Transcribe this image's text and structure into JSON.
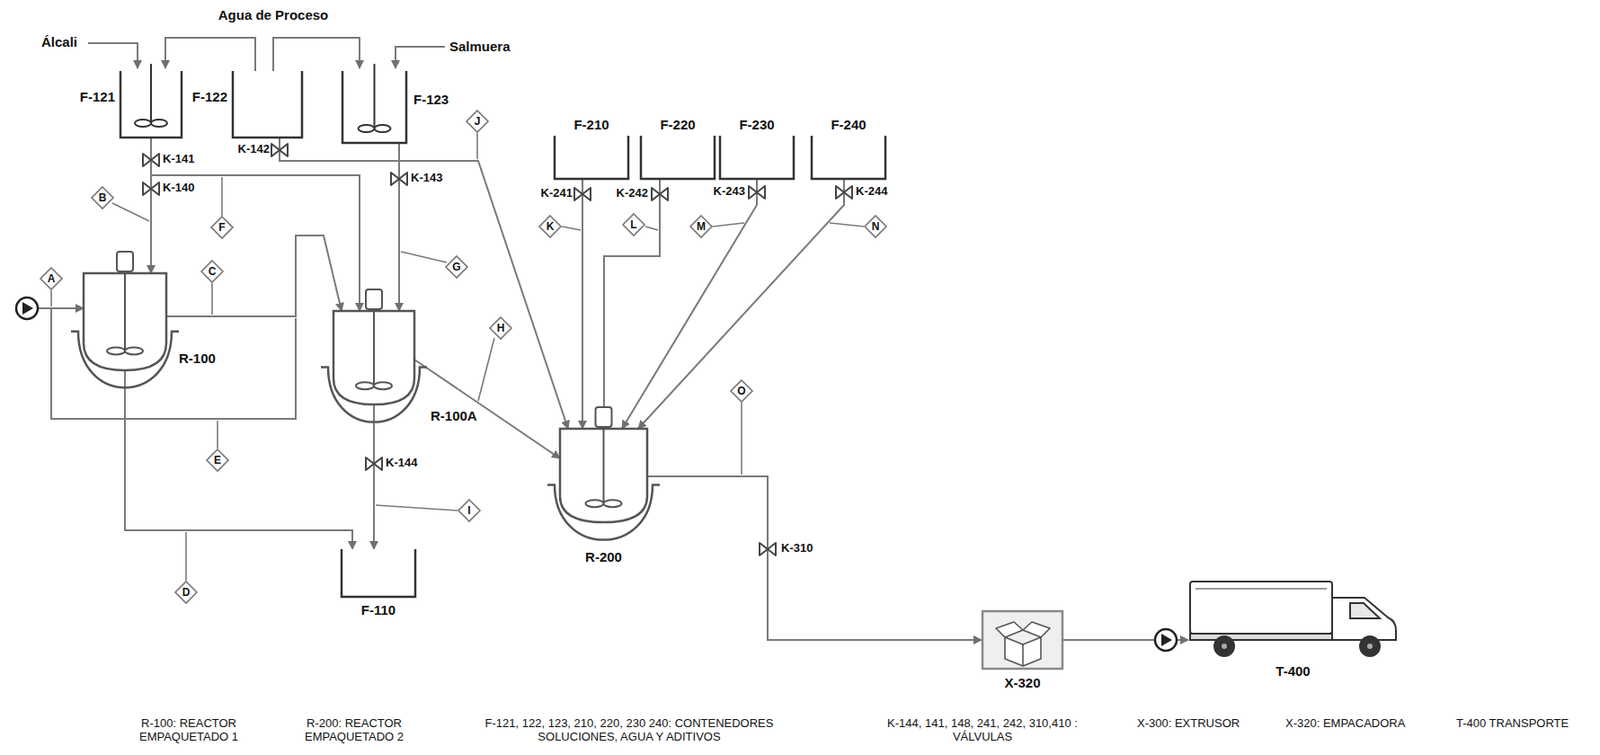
{
  "diagram": {
    "nodes": [
      {
        "text": [
          "F-121"
        ]
      },
      {
        "text": [
          "F-122"
        ]
      },
      {
        "text": [
          "F-123"
        ]
      },
      {
        "text": [
          "R-100"
        ]
      },
      {
        "text": [
          "R-100A"
        ]
      },
      {
        "text": [
          "F-110"
        ]
      },
      {
        "text": [
          "R-200"
        ]
      },
      {
        "text": [
          "F-210"
        ]
      },
      {
        "text": [
          "F-220"
        ]
      },
      {
        "text": [
          "F-230"
        ]
      },
      {
        "text": [
          "F-240"
        ]
      },
      {
        "text": [
          "X-320"
        ]
      },
      {
        "text": [
          "T-400"
        ]
      },
      {
        "text": [
          "A"
        ]
      },
      {
        "text": [
          "B"
        ]
      },
      {
        "text": [
          "C"
        ]
      },
      {
        "text": [
          "D"
        ]
      },
      {
        "text": [
          "E"
        ]
      },
      {
        "text": [
          "F"
        ]
      },
      {
        "text": [
          "G"
        ]
      },
      {
        "text": [
          "H"
        ]
      },
      {
        "text": [
          "I"
        ]
      },
      {
        "text": [
          "J"
        ]
      },
      {
        "text": [
          "K"
        ]
      },
      {
        "text": [
          "L"
        ]
      },
      {
        "text": [
          "M"
        ]
      },
      {
        "text": [
          "N"
        ]
      },
      {
        "text": [
          "O"
        ]
      }
    ],
    "edges": [
      {
        "from": 0,
        "to": 3,
        "arrow": "to"
      },
      {
        "from": 0,
        "to": 4,
        "arrow": "to"
      },
      {
        "from": 1,
        "to": 6,
        "arrow": "to"
      },
      {
        "from": 2,
        "to": 4,
        "arrow": "to"
      },
      {
        "from": 3,
        "to": 4,
        "arrow": "to"
      },
      {
        "from": 3,
        "to": 5,
        "arrow": "to"
      },
      {
        "from": 4,
        "to": 5,
        "arrow": "to"
      },
      {
        "from": 4,
        "to": 6,
        "arrow": "to"
      },
      {
        "from": 7,
        "to": 6,
        "arrow": "to"
      },
      {
        "from": 8,
        "to": 6,
        "arrow": "to"
      },
      {
        "from": 9,
        "to": 6,
        "arrow": "to"
      },
      {
        "from": 10,
        "to": 6,
        "arrow": "to"
      },
      {
        "from": 6,
        "to": 11,
        "arrow": "to"
      },
      {
        "from": 11,
        "to": 12,
        "arrow": "to"
      }
    ],
    "labels": [
      "Álcali",
      "Agua de Proceso",
      "Salmuera",
      "K-141",
      "K-140",
      "K-142",
      "K-143",
      "K-144",
      "K-241",
      "K-242",
      "K-243",
      "K-244",
      "K-310",
      "R-100: REACTOR EMPAQUETADO 1",
      "R-200: REACTOR EMPAQUETADO 2",
      "F-121, 122, 123, 210, 220, 230 240: CONTENEDORES SOLUCIONES, AGUA Y ADITIVOS",
      "K-144, 141, 148, 241, 242, 310,410 : VÁLVULAS",
      "X-300: EXTRUSOR",
      "X-320: EMPACADORA",
      "T-400 TRANSPORTE"
    ]
  }
}
